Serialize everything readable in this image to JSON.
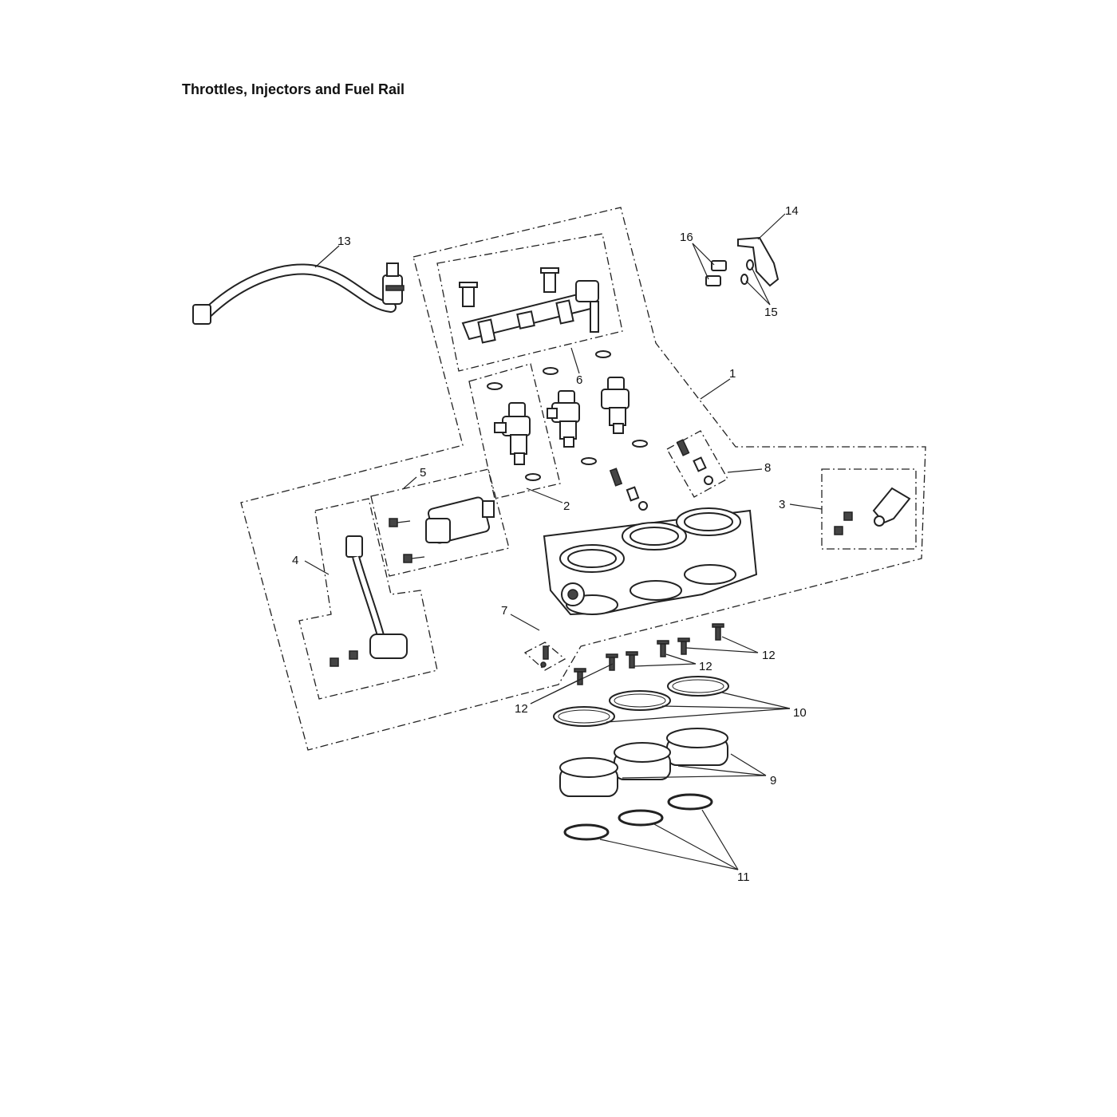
{
  "title": "Throttles, Injectors and Fuel Rail",
  "callouts": {
    "c1": "1",
    "c2": "2",
    "c3": "3",
    "c4": "4",
    "c5": "5",
    "c6": "6",
    "c7": "7",
    "c8": "8",
    "c9": "9",
    "c10": "10",
    "c11": "11",
    "c12a": "12",
    "c12b": "12",
    "c12c": "12",
    "c13": "13",
    "c14": "14",
    "c15": "15",
    "c16": "16"
  }
}
